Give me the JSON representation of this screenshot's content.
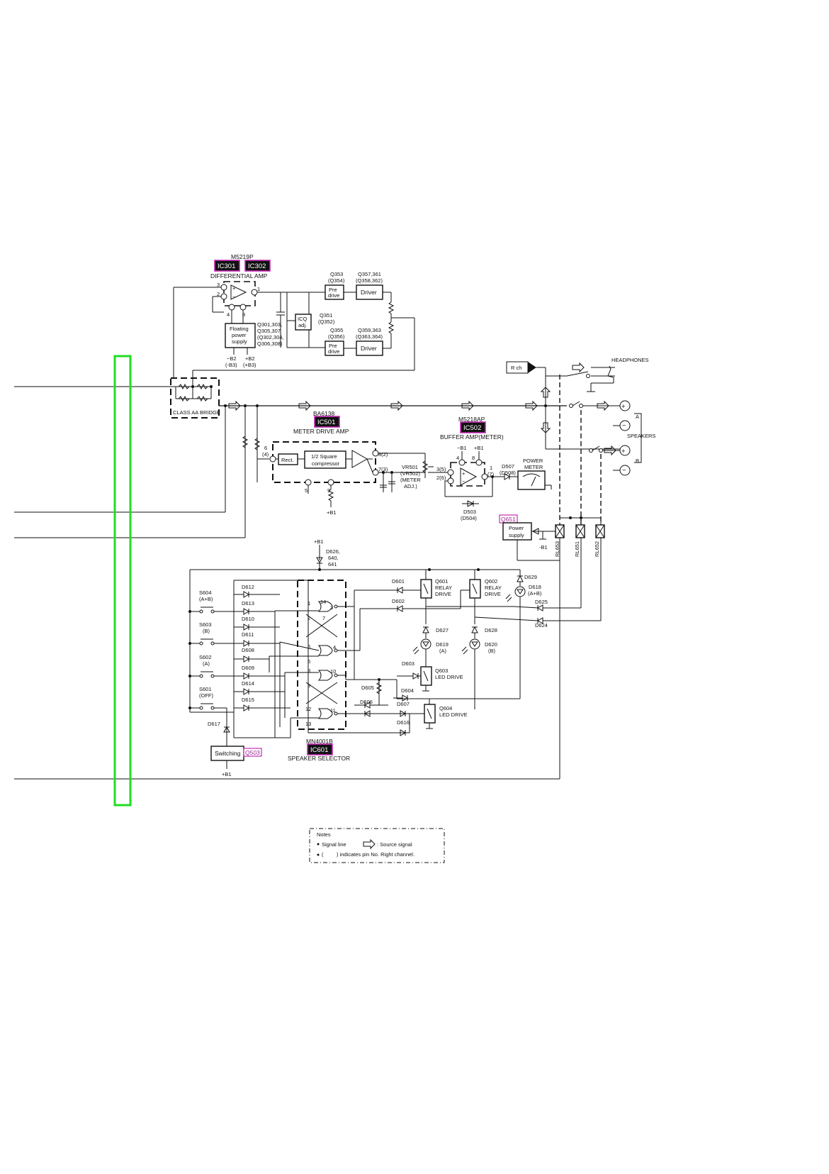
{
  "ic_tags": [
    {
      "id": "ic301",
      "label": "IC301"
    },
    {
      "id": "ic302",
      "label": "IC302"
    },
    {
      "id": "ic501",
      "label": "IC501"
    },
    {
      "id": "ic502",
      "label": "IC502"
    },
    {
      "id": "ic601",
      "label": "IC601"
    }
  ],
  "transistor_tags": [
    {
      "id": "q651",
      "label": "Q651"
    },
    {
      "id": "q503",
      "label": "Q503"
    }
  ],
  "sections": {
    "differential_amp": {
      "part": "M5219P",
      "title": "DIFFERENTIAL AMP"
    },
    "meter_drive_amp": {
      "part": "BA6138",
      "title": "METER DRIVE AMP"
    },
    "buffer_amp": {
      "part": "M5218AP",
      "title": "BUFFER AMP(METER)"
    },
    "speaker_selector": {
      "part": "MN4001B",
      "title": "SPEAKER SELECTOR"
    },
    "class_aa_bridge": "CLASS AA BRIDGE"
  },
  "blocks": {
    "floating_power_supply": [
      "Floating",
      "power",
      "supply"
    ],
    "icq_adj": [
      "ICQ",
      "adj."
    ],
    "pre_drive": [
      "Pre",
      "drive"
    ],
    "driver": "Driver",
    "rect": "Rect.",
    "square_compressor": [
      "1/2 Square",
      "compressor"
    ],
    "power_supply": [
      "Power",
      "supply"
    ],
    "switching": "Switching",
    "rch": "R ch"
  },
  "outputs": {
    "headphones": "HEADPHONES",
    "speakers": "SPEAKERS",
    "speaker_a": "A",
    "speaker_b": "B",
    "power_meter": [
      "POWER",
      "METER"
    ]
  },
  "transistor_labels": {
    "q353": [
      "Q353",
      "(Q354)"
    ],
    "q357": [
      "Q357,361",
      "(Q358,362)"
    ],
    "q351": [
      "Q351",
      "(Q352)"
    ],
    "q355": [
      "Q355",
      "(Q356)"
    ],
    "q359": [
      "Q359,363",
      "(Q363,364)"
    ],
    "q301": [
      "Q301,303,",
      "Q305,307",
      "(Q302,304,",
      "Q306,308)"
    ],
    "q601": [
      "Q601",
      "RELAY",
      "DRIVE"
    ],
    "q602": [
      "Q602",
      "RELAY",
      "DRIVE"
    ],
    "q603": [
      "Q603",
      "LED DRIVE"
    ],
    "q604": [
      "Q604",
      "LED DRIVE"
    ]
  },
  "supply_labels": {
    "neg_b2": [
      "−B2",
      "(-B3)"
    ],
    "pos_b2": [
      "+B2",
      "(+B3)"
    ],
    "neg_b1": "−B1",
    "pos_b1": "+B1",
    "neg_b1_alt": "-B1"
  },
  "pins": {
    "ic301_in_pos": "3",
    "ic301_in_neg": "2",
    "ic301_out": "1",
    "ic301_p4": "4",
    "ic301_p8": "8",
    "ic501_in": [
      "6",
      "(4)"
    ],
    "ic501_out": "8(2)",
    "ic501_p7": "7(3)",
    "ic501_p5": "5",
    "ic501_p9": "9",
    "ic502_in_pos": "3(5)",
    "ic502_in_neg": "2(6)",
    "ic502_out": [
      "1",
      "(7)"
    ],
    "ic502_p4": "4",
    "ic502_p8": "8",
    "gate1": [
      "1",
      "2",
      "14",
      "7",
      "3"
    ],
    "gate2": [
      "5",
      "6",
      "4"
    ],
    "gate3": [
      "8",
      "9",
      "10"
    ],
    "gate4": [
      "12",
      "13",
      "11"
    ]
  },
  "vr_label": [
    "VR501",
    "(VR502)",
    "(METER",
    "ADJ.)"
  ],
  "switches": [
    {
      "name": "S604",
      "sub": "(A+B)"
    },
    {
      "name": "S603",
      "sub": "(B)"
    },
    {
      "name": "S602",
      "sub": "(A)"
    },
    {
      "name": "S601",
      "sub": "(OFF)"
    }
  ],
  "diodes": {
    "d626": [
      "D626,",
      "640,",
      "641"
    ],
    "d507": [
      "D507",
      "(D508)"
    ],
    "d503": [
      "D503",
      "(D504)"
    ],
    "left_column": [
      "D612",
      "D613",
      "D610",
      "D611",
      "D608",
      "D609",
      "D614",
      "D615"
    ],
    "d617": "D617",
    "d601": "D601",
    "d602": "D602",
    "d603": "D603",
    "d604": "D604",
    "d605": "D605",
    "d606": "D606",
    "d607": "D607",
    "d616": "D616",
    "d627": "D627",
    "d628": "D628",
    "d629": "D629",
    "d625": "D625",
    "d624": "D624",
    "d618": [
      "D618",
      "(A+B)"
    ],
    "d619": [
      "D619",
      "(A)"
    ],
    "d620": [
      "D620",
      "(B)"
    ]
  },
  "relays": [
    "RL653",
    "RL651",
    "RL652"
  ],
  "notes": {
    "title": "Notes",
    "signal_line": "Signal line",
    "source_signal": ": Source signal",
    "pin_note": ") indicates pin No. Right channel.",
    "pin_note_open": "("
  },
  "colors": {
    "ic_tag_fill": "#111111",
    "ic_tag_border": "#c42bb5",
    "q_tag_text": "#9a2a95",
    "highlight_green": "#22dd22",
    "line": "#111111"
  }
}
